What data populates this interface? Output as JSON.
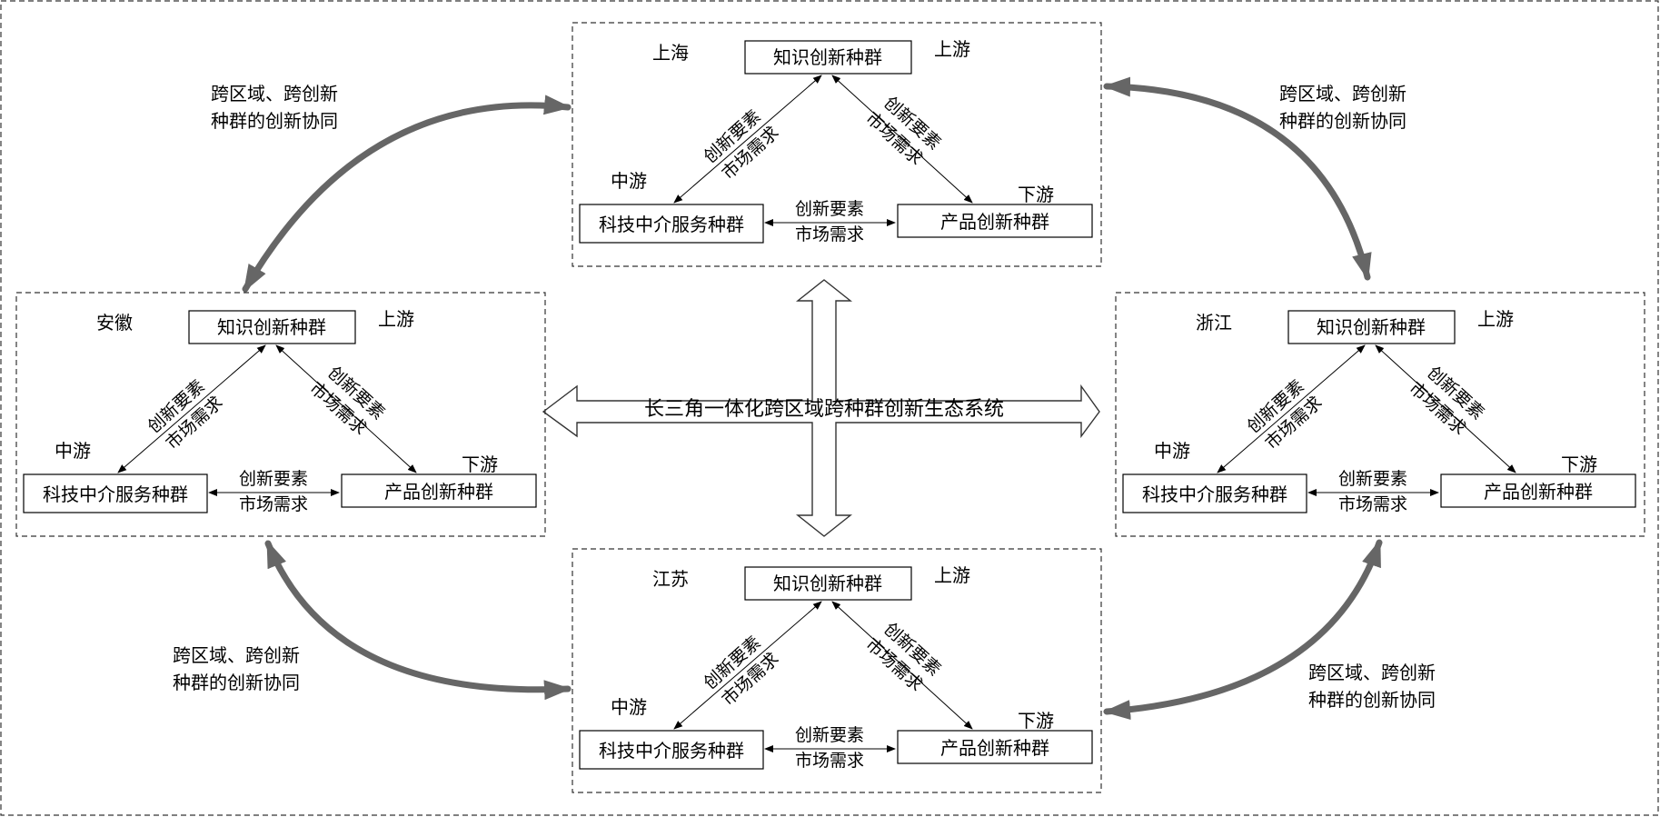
{
  "center_label": "长三角一体化跨区域跨种群创新生态系统",
  "regions": [
    {
      "key": "shanghai",
      "name": "上海",
      "ox": 630,
      "oy": 25
    },
    {
      "key": "anhui",
      "name": "安徽",
      "ox": 18,
      "oy": 322
    },
    {
      "key": "zhejiang",
      "name": "浙江",
      "ox": 1228,
      "oy": 322
    },
    {
      "key": "jiangsu",
      "name": "江苏",
      "ox": 630,
      "oy": 604
    }
  ],
  "nodes": {
    "knowledge": "知识创新种群",
    "intermediary": "科技中介服务种群",
    "product": "产品创新种群"
  },
  "stream_labels": {
    "upstream": "上游",
    "midstream": "中游",
    "downstream": "下游"
  },
  "flow_labels": {
    "elements": "创新要素",
    "demand": "市场需求"
  },
  "synergy_label": {
    "line1": "跨区域、跨创新",
    "line2": "种群的创新协同"
  }
}
